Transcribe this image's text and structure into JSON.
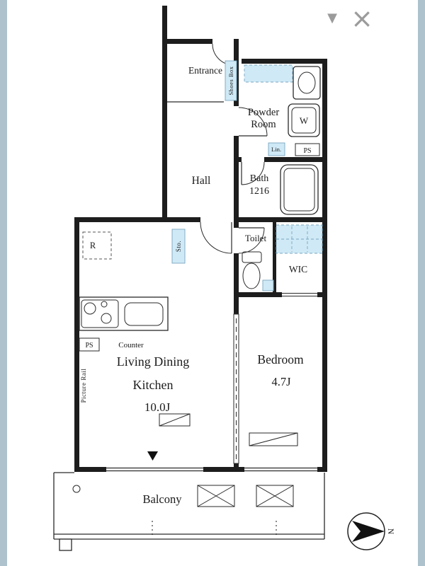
{
  "viewer": {
    "collapse_icon": "▼",
    "close_icon": "×"
  },
  "plan": {
    "rooms": {
      "entrance": "Entrance",
      "powder_line1": "Powder",
      "powder_line2": "Room",
      "hall": "Hall",
      "bath_line1": "Bath",
      "bath_line2": "1216",
      "toilet": "Toilet",
      "wic": "WIC",
      "ldk_line1": "Living Dining",
      "ldk_line2": "Kitchen",
      "ldk_size": "10.0J",
      "bedroom": "Bedroom",
      "bedroom_size": "4.7J",
      "balcony": "Balcony"
    },
    "labels": {
      "shoes_box": "Shoes Box",
      "washer": "W",
      "ps_sanitary": "PS",
      "linen": "Lin.",
      "storage": "Sto.",
      "fridge": "R",
      "ps_kitchen": "PS",
      "counter": "Counter",
      "picture_rail": "Picture Rail",
      "north": "N"
    },
    "colors": {
      "wall": "#1d1d1d",
      "fixture_highlight": "#cfe9f6",
      "frame_strip": "#adc2cd",
      "icon_gray": "#9b9b9b"
    }
  }
}
